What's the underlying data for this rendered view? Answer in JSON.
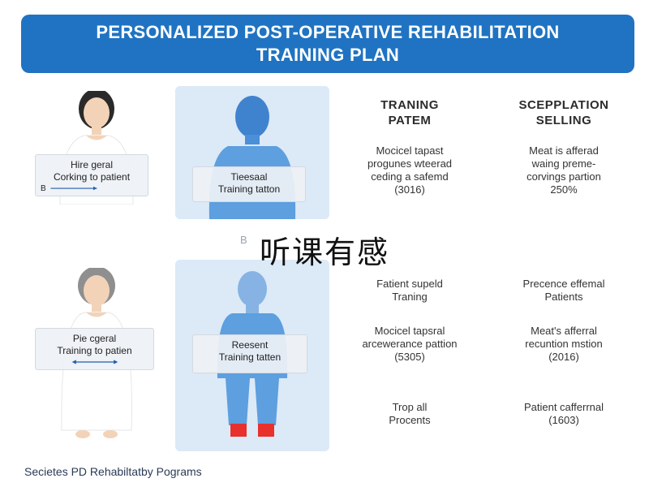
{
  "header": {
    "title_line1": "PERSONALIZED POST-OPERATIVE REHABILITATION",
    "title_line2": "TRAINING PLAN"
  },
  "left_labels": {
    "top": {
      "line1": "Hire geral",
      "line2": "Corking to patient",
      "line3": "B"
    },
    "bottom": {
      "line1": "Pie cgeral",
      "line2": "Training to patien"
    }
  },
  "center_labels": {
    "top": {
      "line1": "Tieesaal",
      "line2": "Training tatton"
    },
    "bottom": {
      "line1": "Reesent",
      "line2": "Training tatten"
    }
  },
  "faint_mark": "B",
  "columns": {
    "col1_header": {
      "line1": "TRANING",
      "line2": "PATEM"
    },
    "col2_header": {
      "line1": "SCEPPLATION",
      "line2": "SELLING"
    },
    "col1_cells": [
      {
        "lines": [
          "Mocicel tapast",
          "progunes wteerad",
          "ceding a safemd",
          "(3016)"
        ]
      },
      {
        "lines": [
          "Fatient supeld",
          "Traning"
        ]
      },
      {
        "lines": [
          "Mocicel tapsral",
          "arcewerance pattion",
          "(5305)"
        ]
      },
      {
        "lines": [
          "Trop all",
          "Procents"
        ]
      }
    ],
    "col2_cells": [
      {
        "lines": [
          "Meat is afferad",
          "waing preme-",
          "corvings partion",
          "250%"
        ]
      },
      {
        "lines": [
          "Precence effemal",
          "Patients"
        ]
      },
      {
        "lines": [
          "Meat's afferral",
          "recuntion mstion",
          "(2016)"
        ]
      },
      {
        "lines": [
          "Patient cafferrnal",
          "(1603)"
        ]
      }
    ]
  },
  "watermark": "听课有感",
  "footer": "Secietes PD Rehabiltatby Pograms",
  "colors": {
    "banner": "#1f73c2",
    "panel": "#dce9f7",
    "body_figure": "#5d9fdf",
    "foot_highlight": "#e8302c",
    "arrow": "#1f5fb0"
  }
}
